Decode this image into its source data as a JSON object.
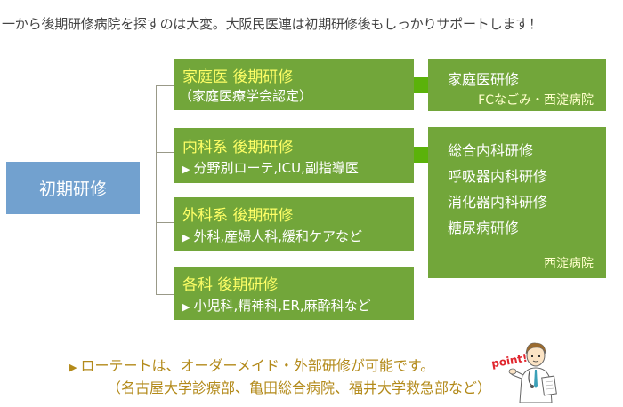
{
  "headline": "一から後期研修病院を探すのは大変。大阪民医連は初期研修後もしっかりサポートします！",
  "initial": {
    "label": "初期研修"
  },
  "courses": [
    {
      "title": "家庭医 後期研修",
      "sub": "（家庭医療学会認定）"
    },
    {
      "title": "内科系 後期研修",
      "sub": "分野別ローテ,ICU,副指導医",
      "bullet": "▶"
    },
    {
      "title": "外科系 後期研修",
      "sub": "外科,産婦人科,緩和ケアなど",
      "bullet": "▶"
    },
    {
      "title": "各科 後期研修",
      "sub": "小児科,精神科,ER,麻酔科など",
      "bullet": "▶"
    }
  ],
  "right_family": {
    "item": "家庭医研修",
    "note": "FCなごみ・西淀病院"
  },
  "right_internal": {
    "items": [
      "総合内科研修",
      "呼吸器内科研修",
      "消化器内科研修",
      "糖尿病研修"
    ],
    "note": "西淀病院"
  },
  "bottom": {
    "bullet": "▶",
    "line1": "ローテートは、オーダーメイド・外部研修が可能です。",
    "line2": "（名古屋大学診療部、亀田総合病院、福井大学救急部など）",
    "point_label": "point!"
  },
  "colors": {
    "green": "#72a63a",
    "blue": "#72a1cf",
    "yellow": "#ffff66",
    "gold": "#b38a1a",
    "link": "#5bb20a"
  }
}
